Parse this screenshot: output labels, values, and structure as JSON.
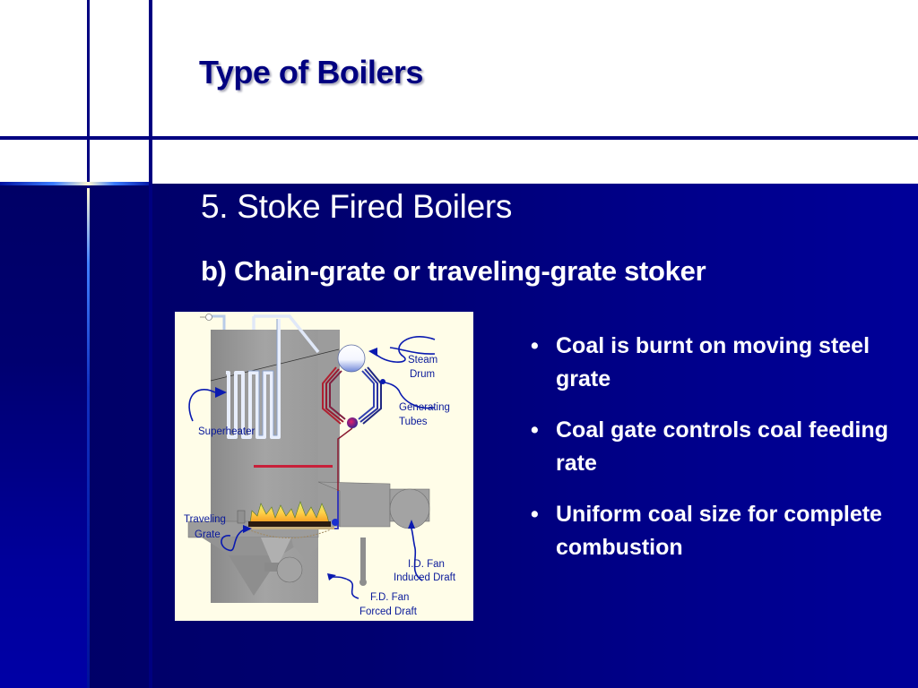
{
  "slide": {
    "title": "Type of Boilers",
    "heading": "5. Stoke Fired Boilers",
    "subheading": "b) Chain-grate or traveling-grate stoker",
    "colors": {
      "header_bg": "#ffffff",
      "title": "#000080",
      "band_left": "#000066",
      "band_right": "#000099",
      "grid_line": "#000080",
      "body_text": "#ffffff",
      "diagram_bg": "#fffde8"
    }
  },
  "diagram": {
    "labels": {
      "steam_drum_1": "Steam",
      "steam_drum_2": "Drum",
      "generating_tubes_1": "Generating",
      "generating_tubes_2": "Tubes",
      "superheater": "Superheater",
      "traveling_grate_1": "Traveling",
      "traveling_grate_2": "Grate",
      "id_fan_1": "I.D. Fan",
      "id_fan_2": "Induced Draft",
      "fd_fan_1": "F.D. Fan",
      "fd_fan_2": "Forced Draft"
    }
  },
  "bullets": [
    {
      "icon": "•",
      "text": "Coal is burnt on moving steel grate"
    },
    {
      "icon": "•",
      "text": "Coal gate controls coal feeding rate"
    },
    {
      "icon": "•",
      "text": "Uniform coal size for complete combustion"
    }
  ]
}
